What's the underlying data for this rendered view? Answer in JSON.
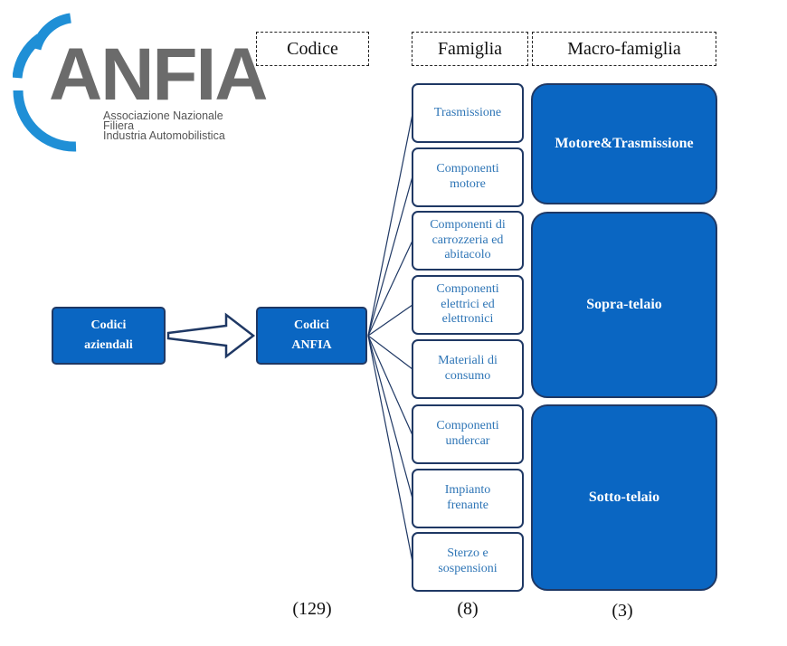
{
  "logo": {
    "name": "ANFIA",
    "subtitle_lines": [
      "Associazione Nazionale",
      "Filiera",
      "Industria Automobilistica"
    ]
  },
  "headers": {
    "codice": "Codice",
    "famiglia": "Famiglia",
    "macro_famiglia": "Macro-famiglia"
  },
  "codici_aziendali": {
    "line1": "Codici",
    "line2": "aziendali"
  },
  "codici_anfia": {
    "line1": "Codici",
    "line2": "ANFIA"
  },
  "families": [
    {
      "line1": "Trasmissione"
    },
    {
      "line1": "Componenti",
      "line2": "motore"
    },
    {
      "line1": "Componenti di",
      "line2": "carrozzeria ed",
      "line3": "abitacolo"
    },
    {
      "line1": "Componenti",
      "line2": "elettrici ed",
      "line3": "elettronici"
    },
    {
      "line1": "Materiali di",
      "line2": "consumo"
    },
    {
      "line1": "Componenti",
      "line2": "undercar"
    },
    {
      "line1": "Impianto",
      "line2": "frenante"
    },
    {
      "line1": "Sterzo e",
      "line2": "sospensioni"
    }
  ],
  "macro_families": [
    {
      "label": "Motore&Trasmissione"
    },
    {
      "label": "Sopra-telaio"
    },
    {
      "label": "Sotto-telaio"
    }
  ],
  "counts": {
    "codice": "(129)",
    "famiglia": "(8)",
    "macro_famiglia": "(3)"
  },
  "colors": {
    "box_blue": "#0a66c2",
    "border_navy": "#1f3864",
    "family_text": "#2e75b6",
    "logo_blue": "#1f8fd6",
    "logo_grey": "#6b6b6b"
  }
}
